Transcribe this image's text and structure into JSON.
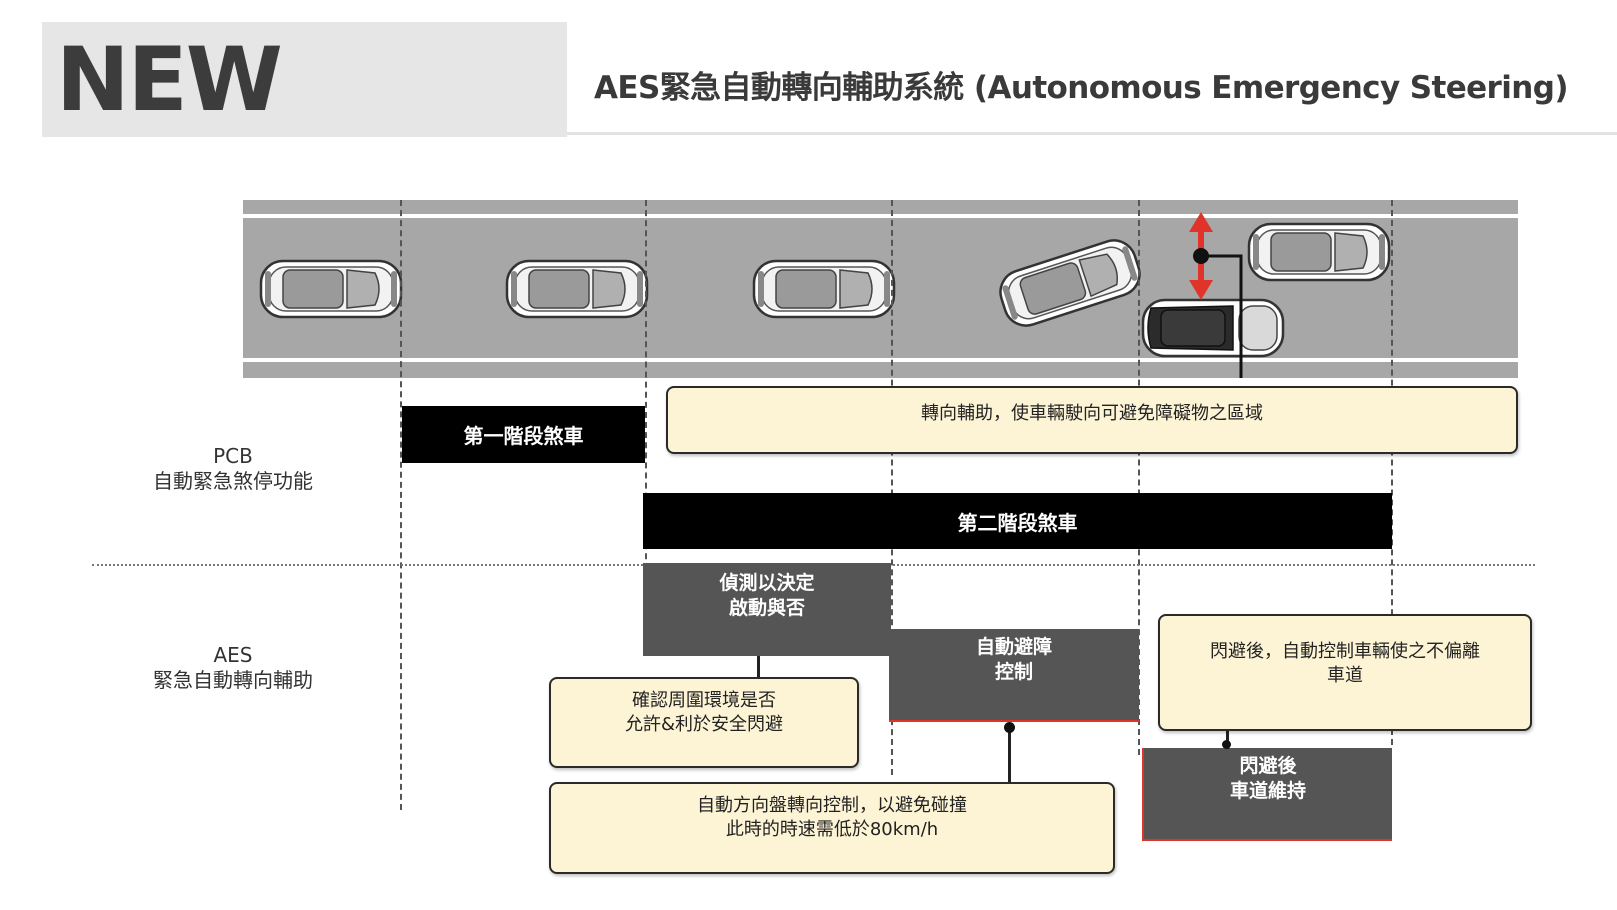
{
  "header": {
    "badge": "NEW",
    "title": "AES緊急自動轉向輔助系統 (Autonomous Emergency Steering)"
  },
  "labels": {
    "pcb": {
      "line1": "PCB",
      "line2": "自動緊急煞停功能"
    },
    "aes": {
      "line1": "AES",
      "line2": "緊急自動轉向輔助"
    }
  },
  "bars": {
    "stage1_brake": "第一階段煞車",
    "stage2_brake": "第二階段煞車"
  },
  "boxes": {
    "detect": {
      "line1": "偵測以決定",
      "line2": "啟動與否"
    },
    "avoid": {
      "line1": "自動避障",
      "line2": "控制"
    },
    "keep": {
      "line1": "閃避後",
      "line2": "車道維持"
    }
  },
  "notes": {
    "steer_assist": "轉向輔助，使車輛駛向可避免障礙物之區域",
    "confirm": {
      "line1": "確認周圍環境是否",
      "line2": "允許&利於安全閃避"
    },
    "auto_steer": {
      "line1": "自動方向盤轉向控制，以避免碰撞",
      "line2": "此時的時速需低於80km/h"
    },
    "after": {
      "line1": "閃避後，自動控制車輛使之不偏離",
      "line2": "車道"
    }
  },
  "colors": {
    "road": "#a7a7a7",
    "note_fill": "#fdf4d6",
    "box_gray": "#555555",
    "arrow_red": "#e0342a",
    "banner_gray": "#e6e6e6"
  }
}
